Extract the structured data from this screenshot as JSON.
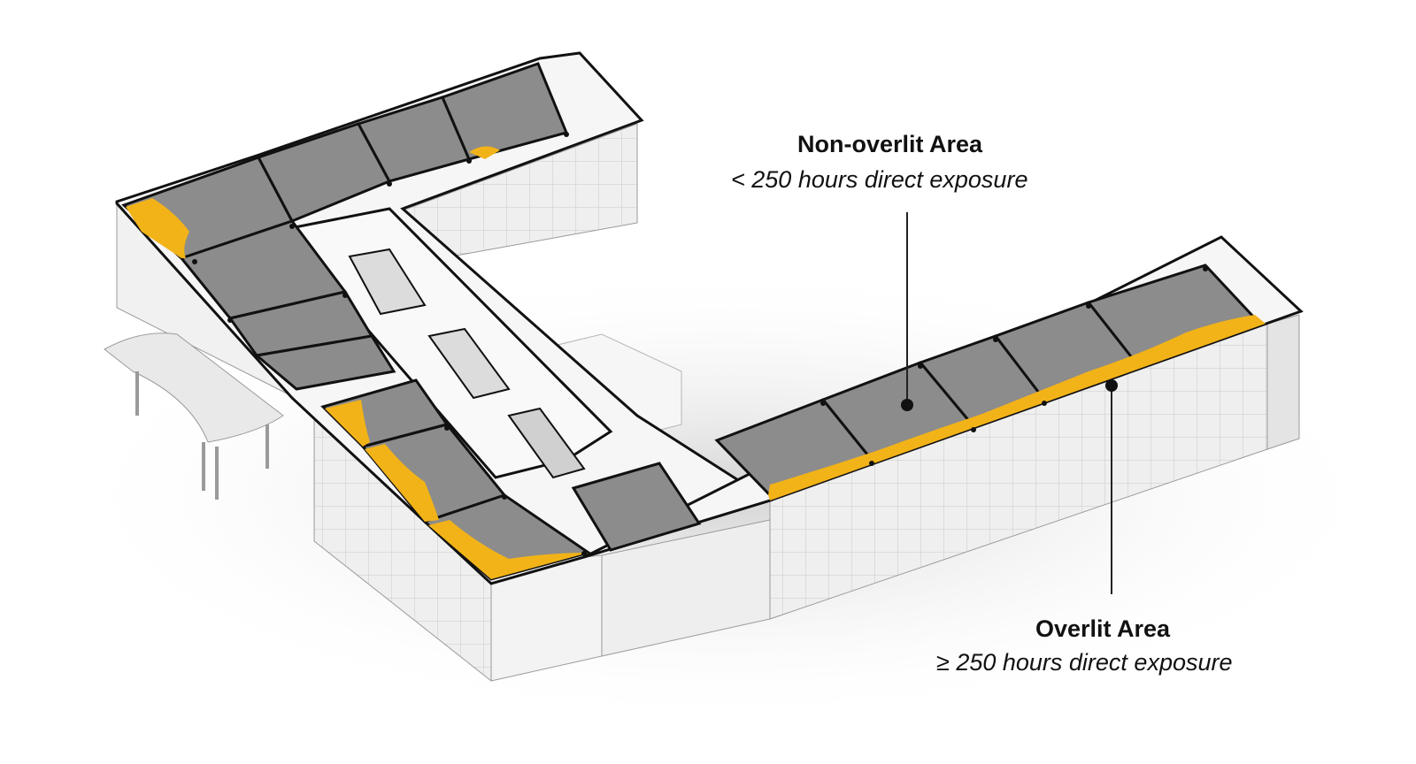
{
  "annotations": {
    "non_overlit": {
      "title": "Non-overlit Area",
      "subtitle": "< 250 hours direct exposure"
    },
    "overlit": {
      "title": "Overlit Area",
      "subtitle": "≥ 250 hours direct exposure"
    }
  },
  "colors": {
    "overlit": "#F2B318",
    "non_overlit": "#8C8C8C",
    "wall_outline": "#111111",
    "facade": "#ECECEC",
    "roof_slab": "#F4F4F4",
    "leader_line": "#222222"
  },
  "icons": {
    "marker": "filled-dot"
  }
}
